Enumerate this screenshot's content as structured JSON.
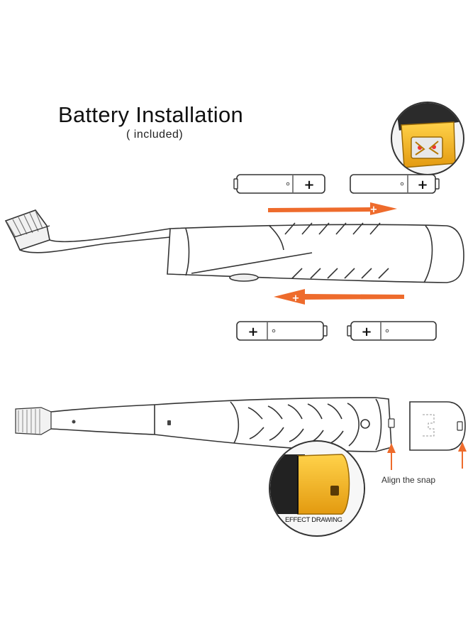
{
  "title": "Battery Installation",
  "subtitle": "( included)",
  "align_label": "Align the snap",
  "effect_label": "EFFECT DRAWING",
  "battery_plus": "+",
  "colors": {
    "arrow": "#ee6b2c",
    "battery_cap": "#f5a81c",
    "outline": "#333333",
    "cap_dark": "#2b2b2b"
  }
}
